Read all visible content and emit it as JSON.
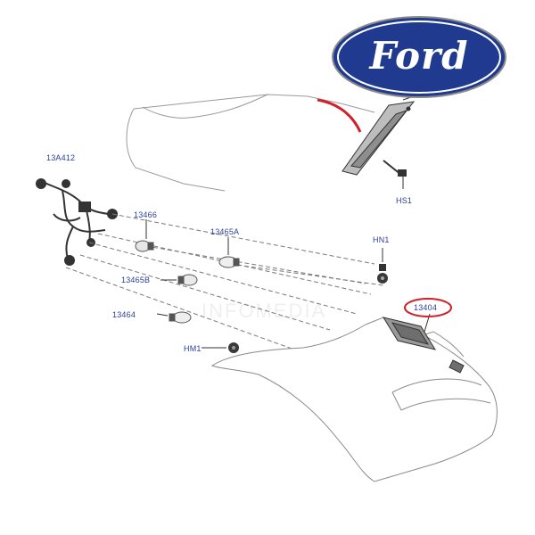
{
  "logo": {
    "brand_text": "Ford",
    "oval_color": "#1f3a8f",
    "outline_color": "#ffffff"
  },
  "watermark": "INFOMEDIA",
  "labels": {
    "wiring_harness": "13A412",
    "bulb_13466": "13466",
    "bulb_13465a": "13465A",
    "bulb_13465b": "13465B",
    "bulb_13464": "13464",
    "nut_hm1": "HM1",
    "nut_hn1": "HN1",
    "screw_hs1": "HS1",
    "lamp_assembly": "13404"
  },
  "colors": {
    "label_blue": "#2a3f9c",
    "highlight_red": "#d0202a",
    "line_gray": "#8a8a8a",
    "part_dark": "#3a3a3a"
  }
}
